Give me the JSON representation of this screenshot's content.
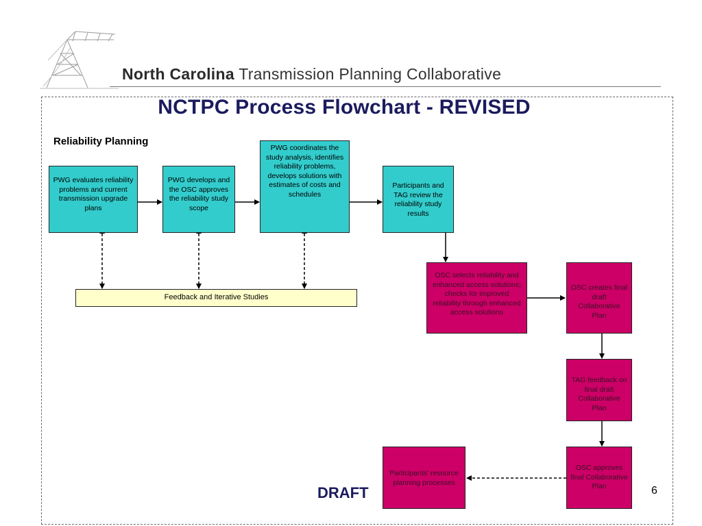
{
  "header": {
    "org_bold": "North Carolina",
    "org_rest": "Transmission Planning Collaborative",
    "logo_icon": "transmission-tower-icon"
  },
  "slide": {
    "title": "NCTPC Process Flowchart - REVISED",
    "section": "Reliability Planning",
    "watermark": "DRAFT",
    "page_number": "6"
  },
  "colors": {
    "teal": "#33cccc",
    "magenta": "#cc0066",
    "yellow": "#ffffcc",
    "title": "#1b1b5e"
  },
  "nodes": {
    "pwg_evaluates": "PWG evaluates reliability problems and current transmission upgrade plans",
    "pwg_develops": "PWG develops and the  OSC approves the reliability study scope",
    "pwg_coordinates": "PWG coordinates the study analysis, identifies reliability problems, develops solutions with estimates of costs and schedules",
    "participants_review": "Participants and TAG review the reliability study results",
    "feedback": "Feedback and Iterative Studies",
    "osc_selects": "OSC selects reliability and enhanced access solutions; checks for improved reliability through enhanced access solutions",
    "osc_creates": "OSC creates final draft Collaborative Plan",
    "tag_feedback": "TAG feedback on final draft Collaborative Plan",
    "osc_approves": "OSC approves final Collaborative Plan",
    "participants_resource": "Participants' resource planning processes"
  }
}
